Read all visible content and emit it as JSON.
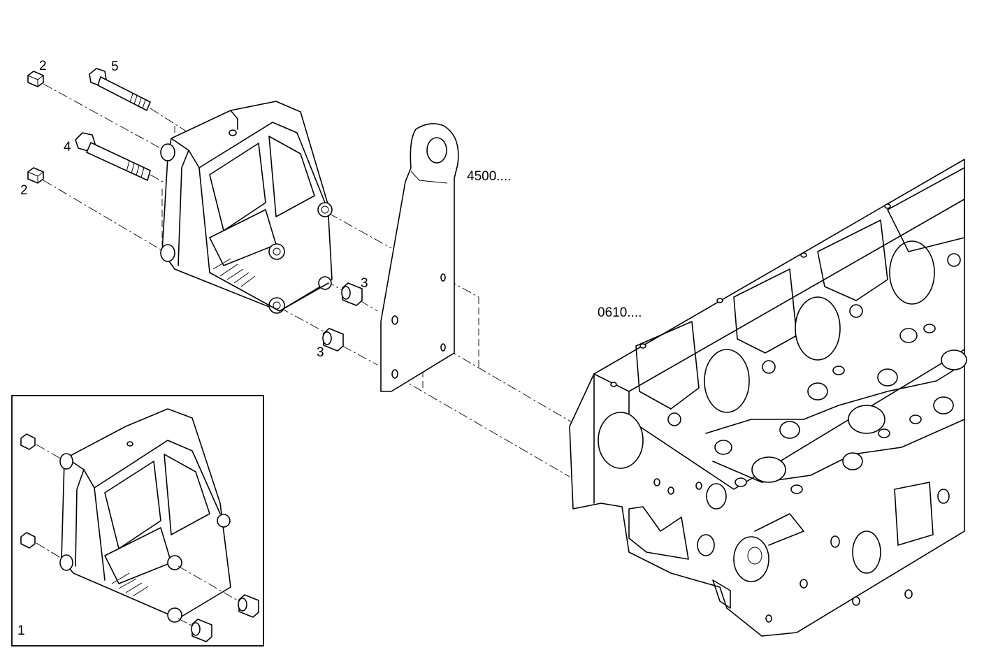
{
  "labels": {
    "washer_upper": "2",
    "bolt_short": "5",
    "bolt_long": "4",
    "washer_lower": "2",
    "bushing_upper": "3",
    "bushing_lower": "3",
    "bracket_ref": "4500....",
    "cylinder_head_ref": "0610....",
    "inset_ref": "1"
  }
}
